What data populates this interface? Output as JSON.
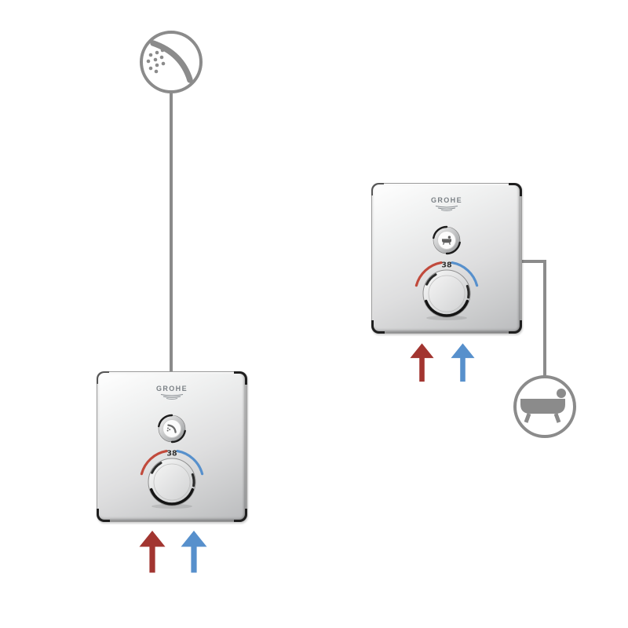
{
  "diagram": {
    "brand": "GROHE"
  },
  "valves": [
    {
      "name": "shower-thermostat",
      "brand": "GROHE",
      "temperature": "38",
      "button_icon": "hand-shower-icon",
      "outlet_icon": "hand-shower-icon"
    },
    {
      "name": "bath-thermostat",
      "brand": "GROHE",
      "temperature": "38",
      "button_icon": "bathtub-icon",
      "outlet_icon": "bathtub-icon"
    }
  ],
  "supply": {
    "hot_icon": "hot-water-arrow",
    "cold_icon": "cold-water-arrow"
  },
  "colors": {
    "connector": "#8B8B8B",
    "icon_grey": "#8B8B8B",
    "hot_red": "#A23530",
    "cold_blue": "#5790CC",
    "scale_red": "#C14A3C",
    "scale_blue": "#5790CC",
    "temperature_text": "#333333",
    "logo_grey": "#7A8085"
  }
}
